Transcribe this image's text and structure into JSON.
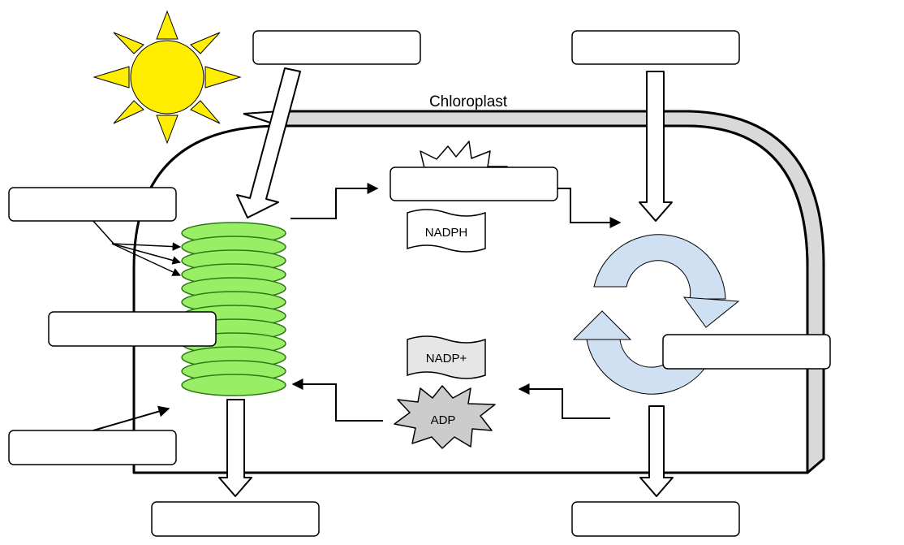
{
  "diagram": {
    "title": "Chloroplast",
    "molecules": {
      "nadph": "NADPH",
      "nadp_plus": "NADP+",
      "adp": "ADP"
    },
    "blank_labels": [
      {
        "id": "top-left",
        "text": ""
      },
      {
        "id": "top-right",
        "text": ""
      },
      {
        "id": "left-upper",
        "text": ""
      },
      {
        "id": "left-middle",
        "text": ""
      },
      {
        "id": "left-lower",
        "text": ""
      },
      {
        "id": "center-top",
        "text": ""
      },
      {
        "id": "right-middle",
        "text": ""
      },
      {
        "id": "bottom-left",
        "text": ""
      },
      {
        "id": "bottom-right",
        "text": ""
      }
    ],
    "colors": {
      "sun": "#ffee00",
      "thylakoid": "#99ee66",
      "cycle_arrow": "#cfe0f3",
      "membrane_shadow": "#d9d9d9",
      "adp_burst": "#cccccc",
      "outline": "#000000"
    }
  }
}
